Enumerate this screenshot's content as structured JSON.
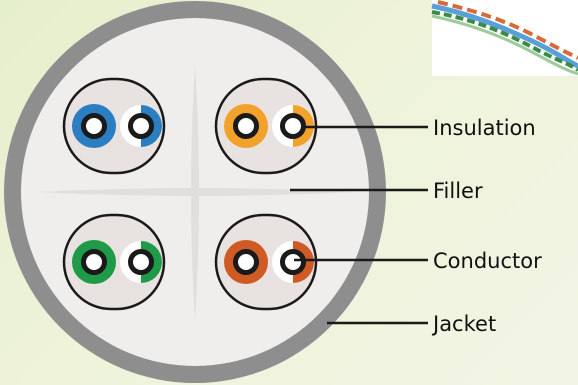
{
  "diagram": {
    "labels": {
      "insulation": "Insulation",
      "filler": "Filler",
      "conductor": "Conductor",
      "jacket": "Jacket"
    },
    "pairs": [
      {
        "name": "blue-pair",
        "color": "#2b7ec1"
      },
      {
        "name": "orange-pair",
        "color": "#f2a12a"
      },
      {
        "name": "green-pair",
        "color": "#1f9a48"
      },
      {
        "name": "brown-pair",
        "color": "#cf5a24"
      }
    ],
    "colors": {
      "jacket": "#8e8e8e",
      "inner": "#efeeec",
      "filler": "#e2dedd",
      "pair-outline": "#1a1a1a",
      "conductor-ring": "#1a1a1a",
      "leader-line": "#1a1a1a"
    }
  }
}
